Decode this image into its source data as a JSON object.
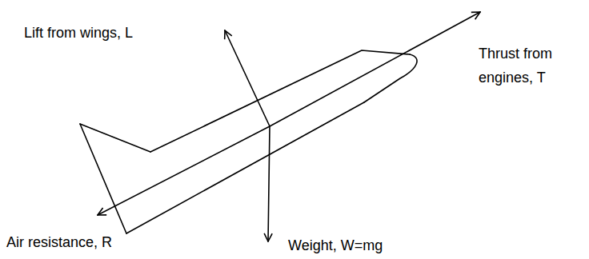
{
  "diagram": {
    "labels": [
      "Lift from wings, L",
      "Thrust from engines, T",
      "Air resistance, R",
      "Weight, W=mg"
    ]
  }
}
